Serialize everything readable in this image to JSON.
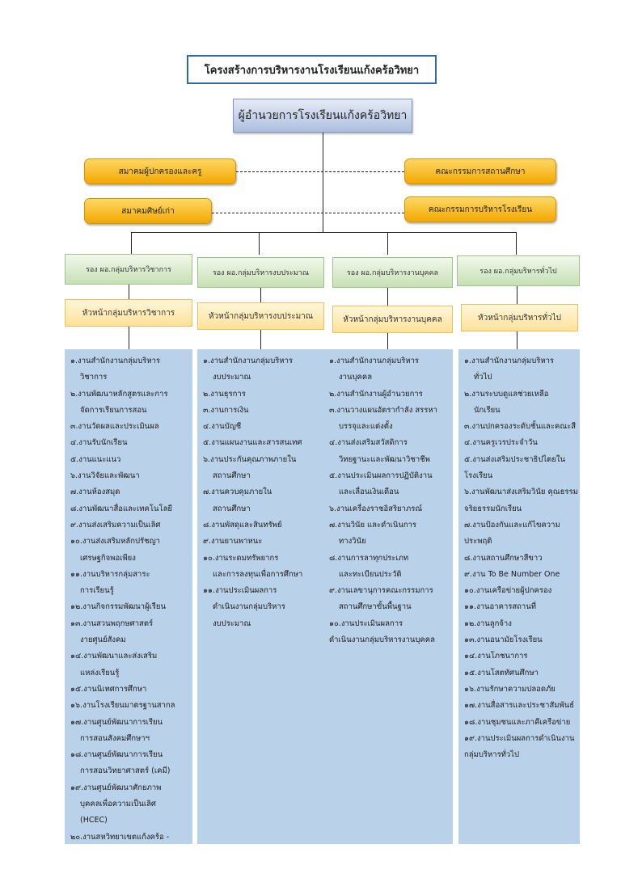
{
  "title": "โครงสร้างการบริหารงานโรงเรียนแก้งคร้อวิทยา",
  "director": "ผู้อำนวยการโรงเรียนแก้งคร้อวิทยา",
  "side_units": {
    "parents_teachers": "สมาคมผู้ปกครองและครู",
    "alumni": "สมาคมศิษย์เก่า",
    "basic_education_committee": "คณะกรรมการสถานศึกษา",
    "school_admin_committee": "คณะกรรมการบริหารโรงเรียน"
  },
  "groups": [
    {
      "deputy": "รอง ผอ.กลุ่มบริหารวิชาการ",
      "head": "หัวหน้ากลุ่มบริหารวิชาการ",
      "lines": [
        {
          "text": "๑.งานสำนักงานกลุ่มบริหาร",
          "indent": false
        },
        {
          "text": "วิชาการ",
          "indent": true
        },
        {
          "text": "๒.งานพัฒนาหลักสูตรและการ",
          "indent": false
        },
        {
          "text": "จัดการเรียนการสอน",
          "indent": true
        },
        {
          "text": "๓.งานวัดผลและประเมินผล",
          "indent": false
        },
        {
          "text": "๔.งานรับนักเรียน",
          "indent": false
        },
        {
          "text": "๕.งานแนะแนว",
          "indent": false
        },
        {
          "text": "๖.งานวิจัยและพัฒนา",
          "indent": false
        },
        {
          "text": "๗.งานห้องสมุด",
          "indent": false
        },
        {
          "text": "๘.งานพัฒนาสื่อและเทคโนโลยี",
          "indent": false
        },
        {
          "text": "๙.งานส่งเสริมความเป็นเลิศ",
          "indent": false
        },
        {
          "text": "๑๐.งานส่งเสริมหลักปรัชญา",
          "indent": false
        },
        {
          "text": "เศรษฐกิจพอเพียง",
          "indent": true
        },
        {
          "text": "๑๑.งานบริหารกลุ่มสาระ",
          "indent": false
        },
        {
          "text": "การเรียนรู้",
          "indent": true
        },
        {
          "text": "๑๒.งานกิจกรรมพัฒนาผู้เรียน",
          "indent": false
        },
        {
          "text": "๑๓.งานสวนพฤกษศาสตร์",
          "indent": false
        },
        {
          "text": "งายศูนย์สังคม",
          "indent": true
        },
        {
          "text": "๑๔.งานพัฒนาและส่งเสริม",
          "indent": false
        },
        {
          "text": "แหล่งเรียนรู้",
          "indent": true
        },
        {
          "text": "๑๕.งานนิเทศการศึกษา",
          "indent": false
        },
        {
          "text": "๑๖.งานโรงเรียนมาตรฐานสากล",
          "indent": false
        },
        {
          "text": "๑๗.งานศูนย์พัฒนาการเรียน",
          "indent": false
        },
        {
          "text": "การสอนสังคมศึกษาฯ",
          "indent": true
        },
        {
          "text": "๑๘.งานศูนย์พัฒนาการเรียน",
          "indent": false
        },
        {
          "text": "การสอนวิทยาศาสตร์ (เคมี)",
          "indent": true
        },
        {
          "text": "๑๙.งานศูนย์พัฒนาศักยภาพ",
          "indent": false
        },
        {
          "text": "บุคคลเพื่อความเป็นเลิศ",
          "indent": true
        },
        {
          "text": "(HCEC)",
          "indent": true
        },
        {
          "text": "๒๐.งานสหวิทยาเขตแก้งคร้อ -",
          "indent": false
        }
      ]
    },
    {
      "deputy": "รอง ผอ.กลุ่มบริหารงบประมาณ",
      "head": "หัวหน้ากลุ่มบริหารงบประมาณ",
      "lines": [
        {
          "text": "๑.งานสำนักงานกลุ่มบริหาร",
          "indent": false
        },
        {
          "text": "งบประมาณ",
          "indent": true
        },
        {
          "text": "๒.งานธุรการ",
          "indent": false
        },
        {
          "text": "๓.งานการเงิน",
          "indent": false
        },
        {
          "text": "๔.งานบัญชี",
          "indent": false
        },
        {
          "text": "๕.งานแผนงานและสารสนเทศ",
          "indent": false
        },
        {
          "text": "๖.งานประกันคุณภาพภายใน",
          "indent": false
        },
        {
          "text": "สถานศึกษา",
          "indent": true
        },
        {
          "text": "๗.งานควบคุมภายใน",
          "indent": false
        },
        {
          "text": "สถานศึกษา",
          "indent": true
        },
        {
          "text": "๘.งานพัสดุและสินทรัพย์",
          "indent": false
        },
        {
          "text": "๙.งานยานพาหนะ",
          "indent": false
        },
        {
          "text": "๑๐.งานระดมทรัพยากร",
          "indent": false
        },
        {
          "text": "และการลงทุนเพื่อการศึกษา",
          "indent": true
        },
        {
          "text": "๑๑.งานประเมินผลการ",
          "indent": false
        },
        {
          "text": "ดำเนินงานกลุ่มบริหาร",
          "indent": true
        },
        {
          "text": "งบประมาณ",
          "indent": true
        }
      ]
    },
    {
      "deputy": "รอง ผอ.กลุ่มบริหารงานบุคคล",
      "head": "หัวหน้ากลุ่มบริหารงานบุคคล",
      "lines": [
        {
          "text": "๑.งานสำนักงานกลุ่มบริหาร",
          "indent": false
        },
        {
          "text": "งานบุคคล",
          "indent": true
        },
        {
          "text": "๒.งานสำนักงานผู้อำนวยการ",
          "indent": false
        },
        {
          "text": "๓.งานวางแผนอัตรากำลัง สรรหา",
          "indent": false
        },
        {
          "text": "บรรจุและแต่งตั้ง",
          "indent": true
        },
        {
          "text": "๔.งานส่งเสริมสวัสดิการ",
          "indent": false
        },
        {
          "text": "วิทยฐานะและพัฒนาวิชาชีพ",
          "indent": true
        },
        {
          "text": "๕.งานประเมินผลการปฏิบัติงาน",
          "indent": false
        },
        {
          "text": "และเลื่อนเงินเดือน",
          "indent": true
        },
        {
          "text": "๖.งานเครื่องราชอิสริยาภรณ์",
          "indent": false
        },
        {
          "text": "๗.งานวินัย และดำเนินการ",
          "indent": false
        },
        {
          "text": "ทางวินัย",
          "indent": true
        },
        {
          "text": "๘.งานการลาทุกประเภท",
          "indent": false
        },
        {
          "text": "และทะเบียนประวัติ",
          "indent": true
        },
        {
          "text": "๙.งานเลขานุการคณะกรรมการ",
          "indent": false
        },
        {
          "text": "สถานศึกษาขั้นพื้นฐาน",
          "indent": true
        },
        {
          "text": "๑๐.งานประเมินผลการ",
          "indent": false
        },
        {
          "text": "ดำเนินงานกลุ่มบริหารงานบุคคล",
          "indent": false
        }
      ]
    },
    {
      "deputy": "รอง ผอ.กลุ่มบริหารทั่วไป",
      "head": "หัวหน้ากลุ่มบริหารทั่วไป",
      "lines": [
        {
          "text": "๑.งานสำนักงานกลุ่มบริหาร",
          "indent": false
        },
        {
          "text": "ทั่วไป",
          "indent": true
        },
        {
          "text": "๒.งานระบบดูแลช่วยเหลือ",
          "indent": false
        },
        {
          "text": "นักเรียน",
          "indent": true
        },
        {
          "text": "๓.งานปกครองระดับชั้นและคณะสี",
          "indent": false
        },
        {
          "text": "๔.งานครูเวรประจำวัน",
          "indent": false
        },
        {
          "text": "๕.งานส่งเสริมประชาธิปไตยใน",
          "indent": false
        },
        {
          "text": "โรงเรียน",
          "indent": false
        },
        {
          "text": "๖.งานพัฒนาส่งเสริมวินัย คุณธรรม",
          "indent": false
        },
        {
          "text": "จริยธรรมนักเรียน",
          "indent": false
        },
        {
          "text": "๗.งานป้องกันและแก้ไขความ",
          "indent": false
        },
        {
          "text": "ประพฤติ",
          "indent": false
        },
        {
          "text": "๘.งานสถานศึกษาสีขาว",
          "indent": false
        },
        {
          "text": "๙.งาน To Be Number One",
          "indent": false
        },
        {
          "text": "๑๐.งานเครือข่ายผู้ปกครอง",
          "indent": false
        },
        {
          "text": "๑๑.งานอาคารสถานที่",
          "indent": false
        },
        {
          "text": "๑๒.งานลูกจ้าง",
          "indent": false
        },
        {
          "text": "๑๓.งานอนามัยโรงเรียน",
          "indent": false
        },
        {
          "text": "๑๔.งานโภชนาการ",
          "indent": false
        },
        {
          "text": "๑๕.งานโสตทัศนศึกษา",
          "indent": false
        },
        {
          "text": "๑๖.งานรักษาความปลอดภัย",
          "indent": false
        },
        {
          "text": "๑๗.งานสื่อสารและประชาสัมพันธ์",
          "indent": false
        },
        {
          "text": "๑๘.งานชุมชนและภาคีเครือข่าย",
          "indent": false
        },
        {
          "text": "๑๙.งานประเมินผลการดำเนินงาน",
          "indent": false
        },
        {
          "text": "กลุ่มบริหารทั่วไป",
          "indent": false
        }
      ]
    }
  ]
}
